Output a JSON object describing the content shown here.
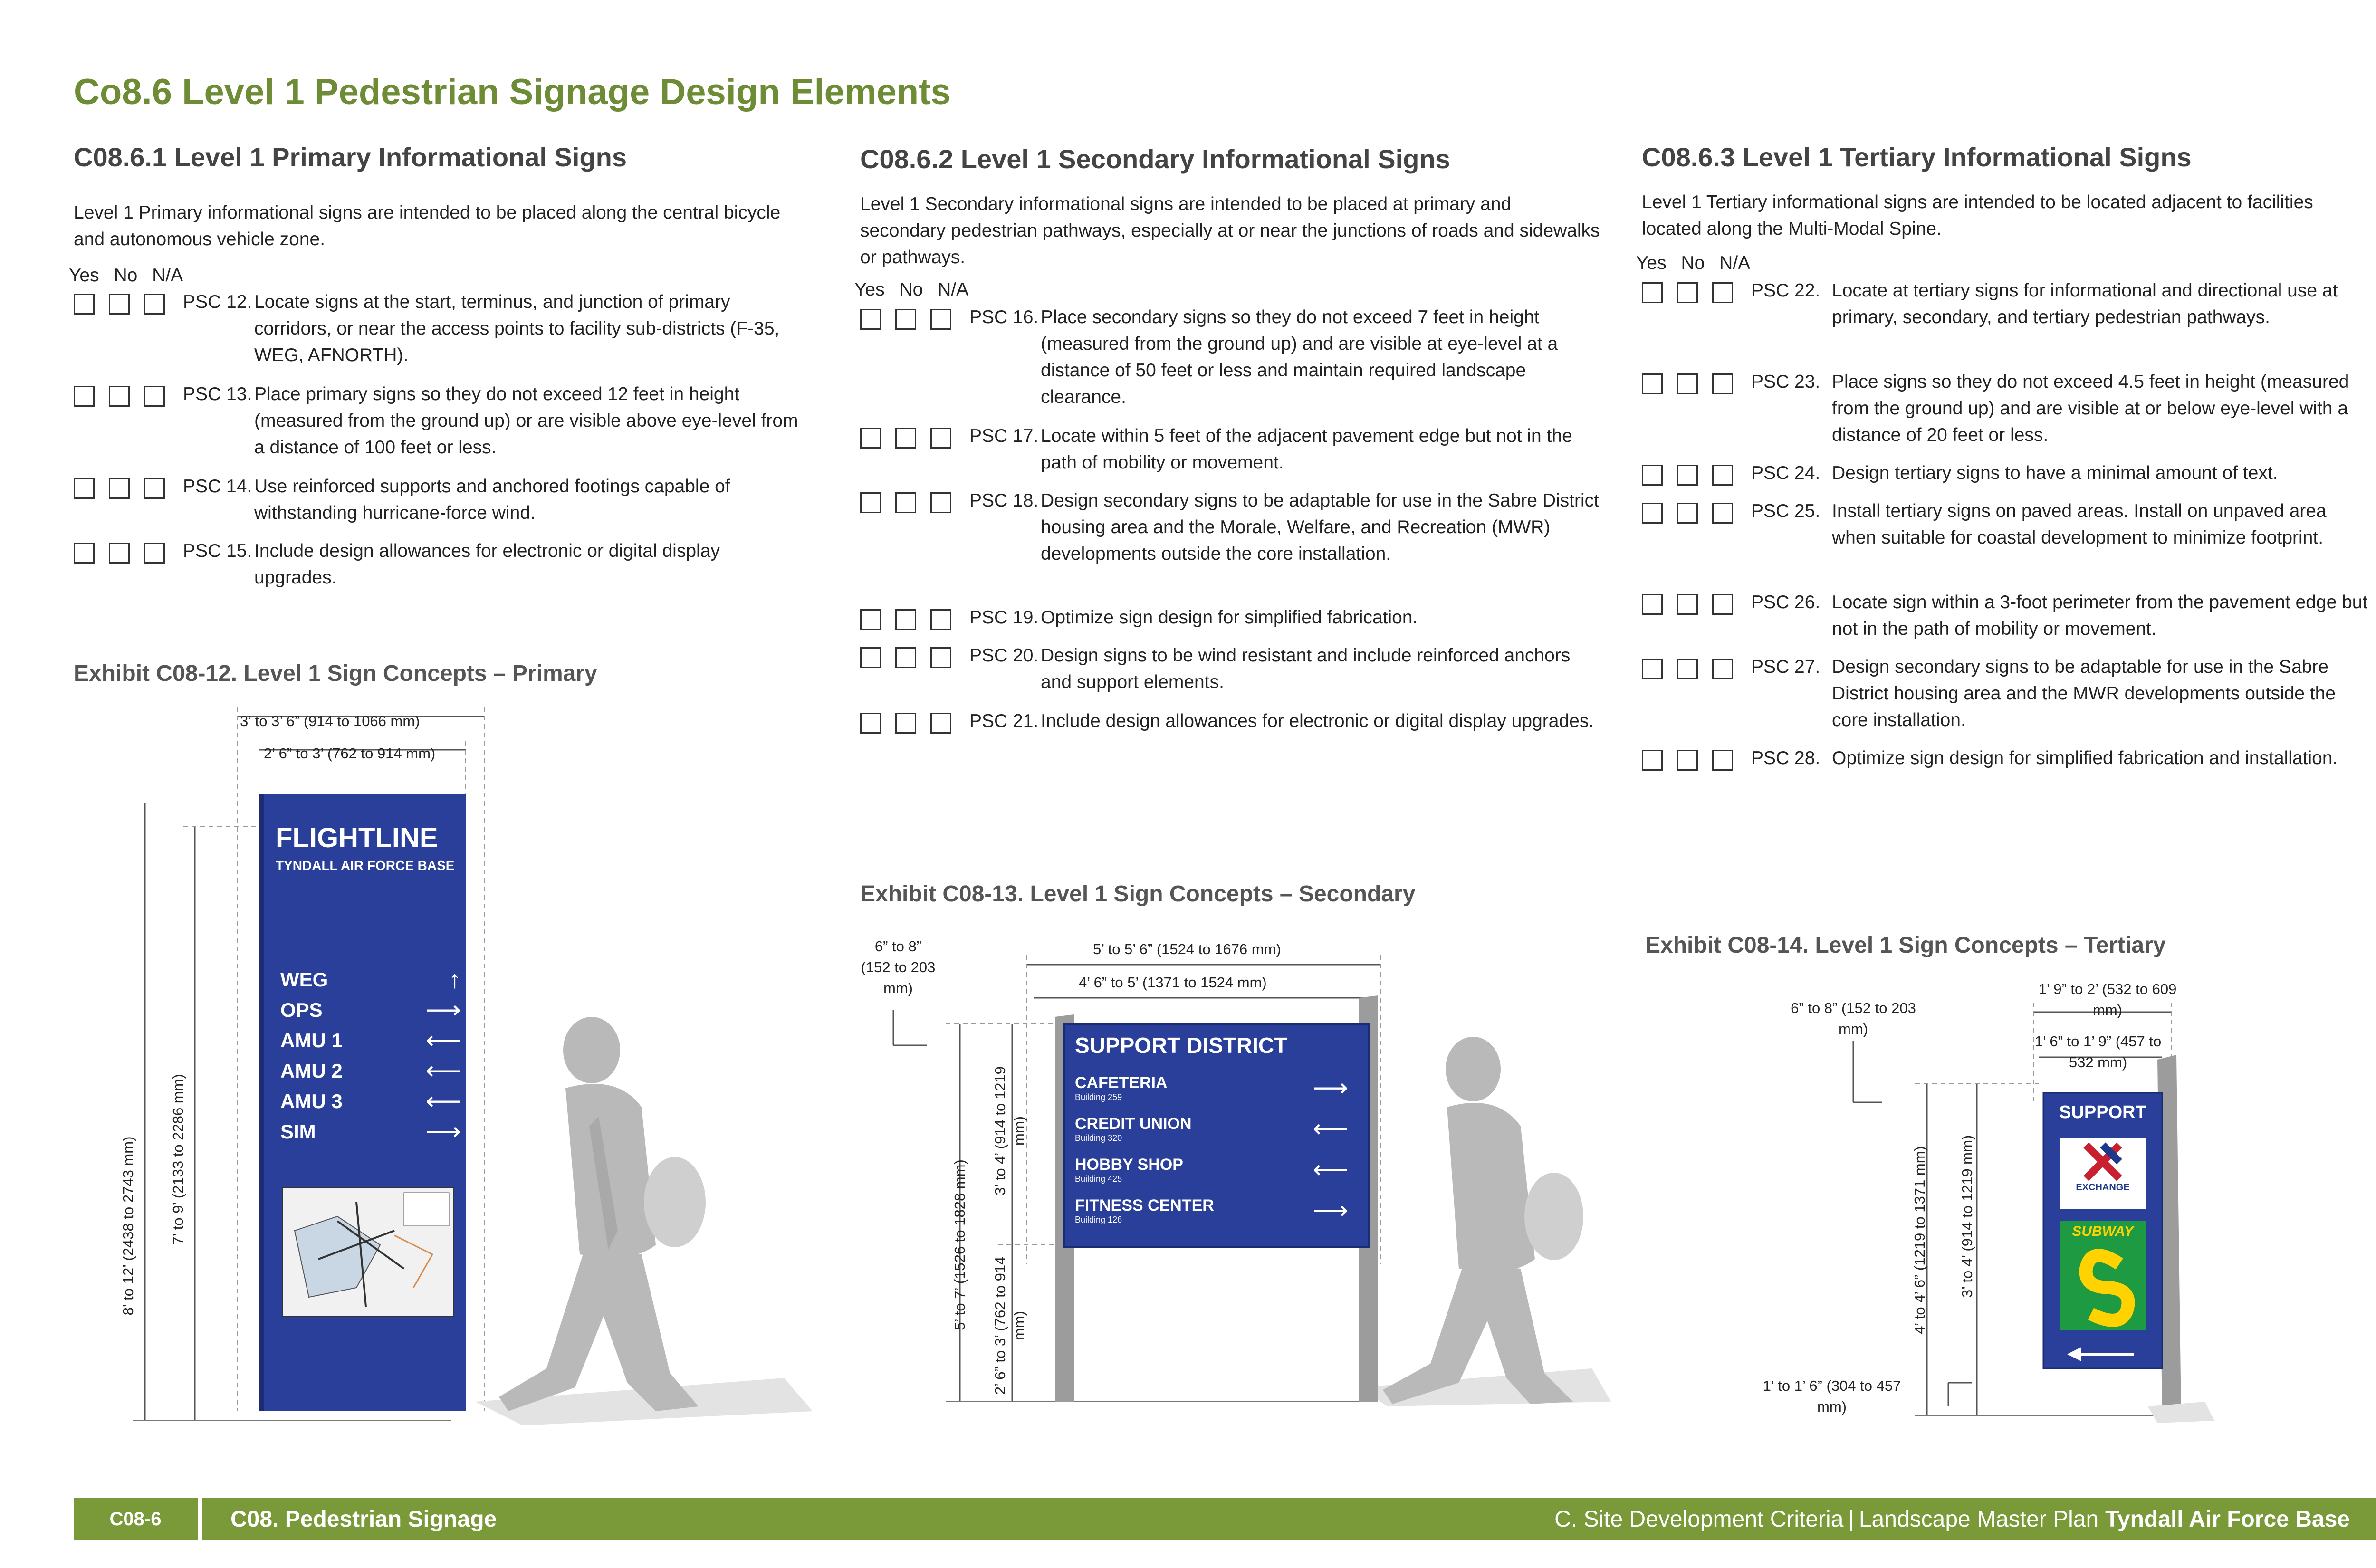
{
  "page": {
    "title": "Co8.6  Level 1 Pedestrian Signage Design Elements"
  },
  "checkbox_header": {
    "yes": "Yes",
    "no": "No",
    "na": "N/A"
  },
  "primary": {
    "heading": "C08.6.1 Level 1 Primary Informational Signs",
    "intro": "Level 1 Primary informational signs are intended to be placed along the central bicycle and autonomous vehicle zone.",
    "items": [
      {
        "code": "PSC 12.",
        "text": "Locate signs at the start, terminus, and junction of primary corridors, or near the access points to facility sub-districts (F-35, WEG, AFNORTH)."
      },
      {
        "code": "PSC 13.",
        "text": "Place primary signs so they do not exceed 12 feet in height (measured from the ground up) or are visible above eye-level from a distance of 100 feet or less."
      },
      {
        "code": "PSC 14.",
        "text": "Use reinforced supports and anchored footings capable of withstanding hurricane-force wind."
      },
      {
        "code": "PSC 15.",
        "text": "Include design allowances for electronic or digital display upgrades."
      }
    ],
    "exhibit": "Exhibit C08-12. Level 1 Sign Concepts – Primary",
    "dims": {
      "overall_width": "3’ to 3’ 6” (914 to 1066 mm)",
      "panel_width": "2’ 6” to 3’ (762 to 914 mm)",
      "overall_height": "8’ to 12’ (2438 to 2743 mm)",
      "panel_height": "7’ to 9’ (2133 to 2286 mm)"
    },
    "sign": {
      "title": "FLIGHTLINE",
      "subtitle": "TYNDALL AIR FORCE BASE",
      "destinations": [
        {
          "label": "WEG",
          "arrow": "up"
        },
        {
          "label": "OPS",
          "arrow": "right"
        },
        {
          "label": "AMU 1",
          "arrow": "left"
        },
        {
          "label": "AMU 2",
          "arrow": "left"
        },
        {
          "label": "AMU 3",
          "arrow": "left"
        },
        {
          "label": "SIM",
          "arrow": "right"
        }
      ]
    }
  },
  "secondary": {
    "heading": "C08.6.2 Level 1 Secondary Informational Signs",
    "intro": "Level 1 Secondary informational signs are intended to be placed at primary and secondary pedestrian pathways, especially at or near the junctions of roads and sidewalks or pathways.",
    "items": [
      {
        "code": "PSC 16.",
        "text": "Place secondary signs so they do not exceed 7 feet in height (measured from the ground up) and are visible at eye-level at a distance of 50 feet or less and maintain required landscape clearance."
      },
      {
        "code": "PSC 17.",
        "text": "Locate within 5 feet of the adjacent pavement edge but not in the path of mobility or movement."
      },
      {
        "code": "PSC 18.",
        "text": "Design secondary signs to be adaptable for use in the Sabre District housing area and the Morale, Welfare, and Recreation (MWR) developments outside the core installation."
      },
      {
        "code": "PSC 19.",
        "text": "Optimize sign design for simplified fabrication."
      },
      {
        "code": "PSC 20.",
        "text": "Design signs to be wind resistant and include reinforced anchors and support elements."
      },
      {
        "code": "PSC 21.",
        "text": "Include design allowances for electronic or digital display upgrades."
      }
    ],
    "exhibit": "Exhibit C08-13. Level 1 Sign Concepts – Secondary",
    "dims": {
      "depth": "6” to 8” (152 to 203 mm)",
      "overall_width": "5’ to 5’ 6” (1524 to 1676 mm)",
      "panel_width": "4’ 6” to  5’ (1371 to 1524 mm)",
      "overall_height": "5’ to 7’ (1526  to 1828 mm)",
      "panel_height": "3’ to 4’ (914  to 1219 mm)",
      "clearance": "2’ 6” to 3’ (762 to 914 mm)"
    },
    "sign": {
      "title": "SUPPORT DISTRICT",
      "destinations": [
        {
          "label": "CAFETERIA",
          "building": "Building 259",
          "arrow": "right"
        },
        {
          "label": "CREDIT UNION",
          "building": "Building 320",
          "arrow": "left"
        },
        {
          "label": "HOBBY SHOP",
          "building": "Building 425",
          "arrow": "left"
        },
        {
          "label": "FITNESS CENTER",
          "building": "Building 126",
          "arrow": "right"
        }
      ]
    }
  },
  "tertiary": {
    "heading": "C08.6.3 Level 1 Tertiary Informational Signs",
    "intro": "Level 1 Tertiary informational signs are intended to be located adjacent to facilities located along the Multi-Modal Spine.",
    "items": [
      {
        "code": "PSC 22.",
        "text": "Locate at tertiary signs for informational and directional use at primary, secondary, and tertiary pedestrian pathways."
      },
      {
        "code": "PSC 23.",
        "text": "Place signs so they do not exceed 4.5 feet in height (measured from the ground up) and are visible at or below eye-level with a distance of 20 feet or less."
      },
      {
        "code": "PSC 24.",
        "text": "Design tertiary signs to have a minimal amount of text."
      },
      {
        "code": "PSC 25.",
        "text": "Install tertiary signs on paved areas. Install on unpaved area when suitable for coastal development to minimize footprint."
      },
      {
        "code": "PSC 26.",
        "text": "Locate sign within a 3-foot perimeter from the pavement edge but not in the path of mobility or movement."
      },
      {
        "code": "PSC 27.",
        "text": "Design secondary signs to be adaptable for use in the Sabre District housing area and the MWR developments outside the core installation."
      },
      {
        "code": "PSC 28.",
        "text": "Optimize sign design for simplified fabrication and installation."
      }
    ],
    "exhibit": "Exhibit C08-14. Level 1 Sign Concepts – Tertiary",
    "dims": {
      "depth": "6” to 8” (152 to 203 mm)",
      "overall_width": "1’ 9” to 2’ (532 to 609 mm)",
      "panel_width": "1’ 6” to 1’ 9” (457 to 532 mm)",
      "overall_height": "4’ to 4’ 6” (1219  to 1371 mm)",
      "panel_height": "3’ to 4’ (914  to 1219 mm)",
      "clearance": "1’  to 1’ 6” (304 to 457 mm)"
    },
    "sign": {
      "title": "SUPPORT",
      "logo_exchange": "EXCHANGE",
      "logo_subway": "SUBWAY"
    }
  },
  "footer": {
    "page_number": "C08-6",
    "section": "C08. Pedestrian Signage",
    "chapter": "C. Site Development Criteria",
    "separator": "|",
    "plan": "Landscape Master Plan",
    "base": "Tyndall Air Force Base"
  },
  "colors": {
    "title_green": "#6e8c35",
    "footer_green": "#7a9a3a",
    "sign_blue": "#2a3f99"
  }
}
